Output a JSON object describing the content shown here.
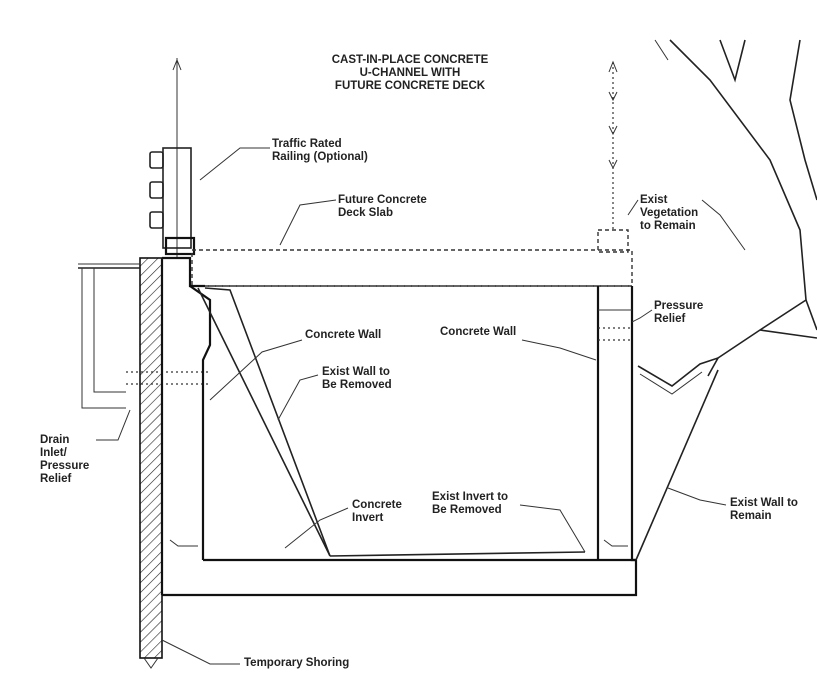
{
  "title": {
    "lines": [
      "CAST-IN-PLACE CONCRETE",
      "U-CHANNEL WITH",
      "FUTURE CONCRETE DECK"
    ]
  },
  "labels": {
    "traffic_railing": [
      "Traffic Rated",
      "Railing (Optional)"
    ],
    "future_deck": [
      "Future Concrete",
      "Deck Slab"
    ],
    "exist_vegetation": [
      "Exist",
      "Vegetation",
      "to Remain"
    ],
    "pressure_relief_right": [
      "Pressure",
      "Relief"
    ],
    "concrete_wall_left": [
      "Concrete Wall"
    ],
    "concrete_wall_right": [
      "Concrete Wall"
    ],
    "exist_wall_removed": [
      "Exist Wall to",
      "Be Removed"
    ],
    "drain_inlet": [
      "Drain",
      "Inlet/",
      "Pressure",
      "Relief"
    ],
    "concrete_invert": [
      "Concrete",
      "Invert"
    ],
    "exist_invert_removed": [
      "Exist Invert to",
      "Be Removed"
    ],
    "exist_wall_remain": [
      "Exist Wall to",
      "Remain"
    ],
    "temporary_shoring": [
      "Temporary Shoring"
    ]
  }
}
